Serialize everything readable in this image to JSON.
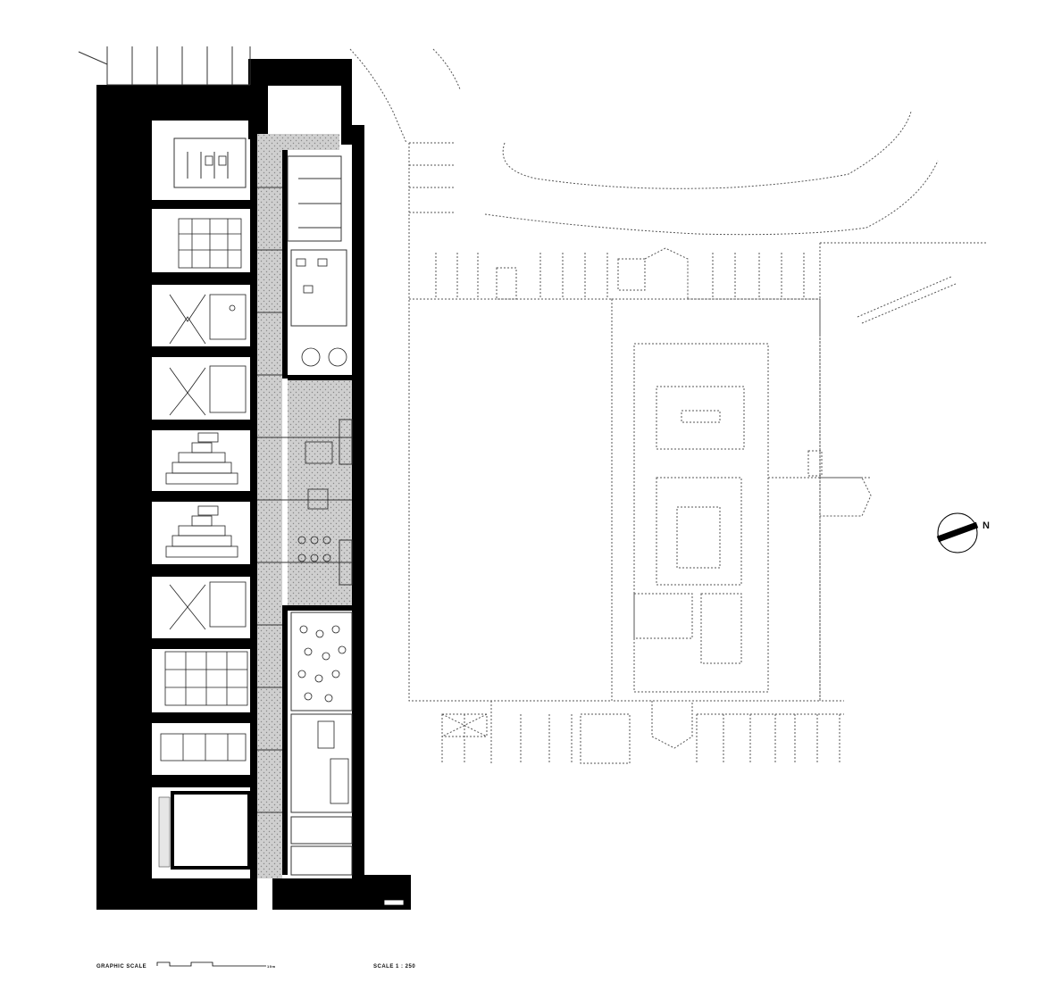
{
  "footer": {
    "graphic_scale_label": "GRAPHIC  SCALE",
    "scale_label": "SCALE  1 : 250",
    "scale_end_label": "10m"
  },
  "north_arrow": {
    "label": "N"
  },
  "colors": {
    "wall": "#000000",
    "corridor": "#c8c8c8",
    "line": "#333333",
    "background": "#ffffff"
  },
  "icons": [
    "north-arrow-icon",
    "graphic-scale-bar-icon"
  ]
}
